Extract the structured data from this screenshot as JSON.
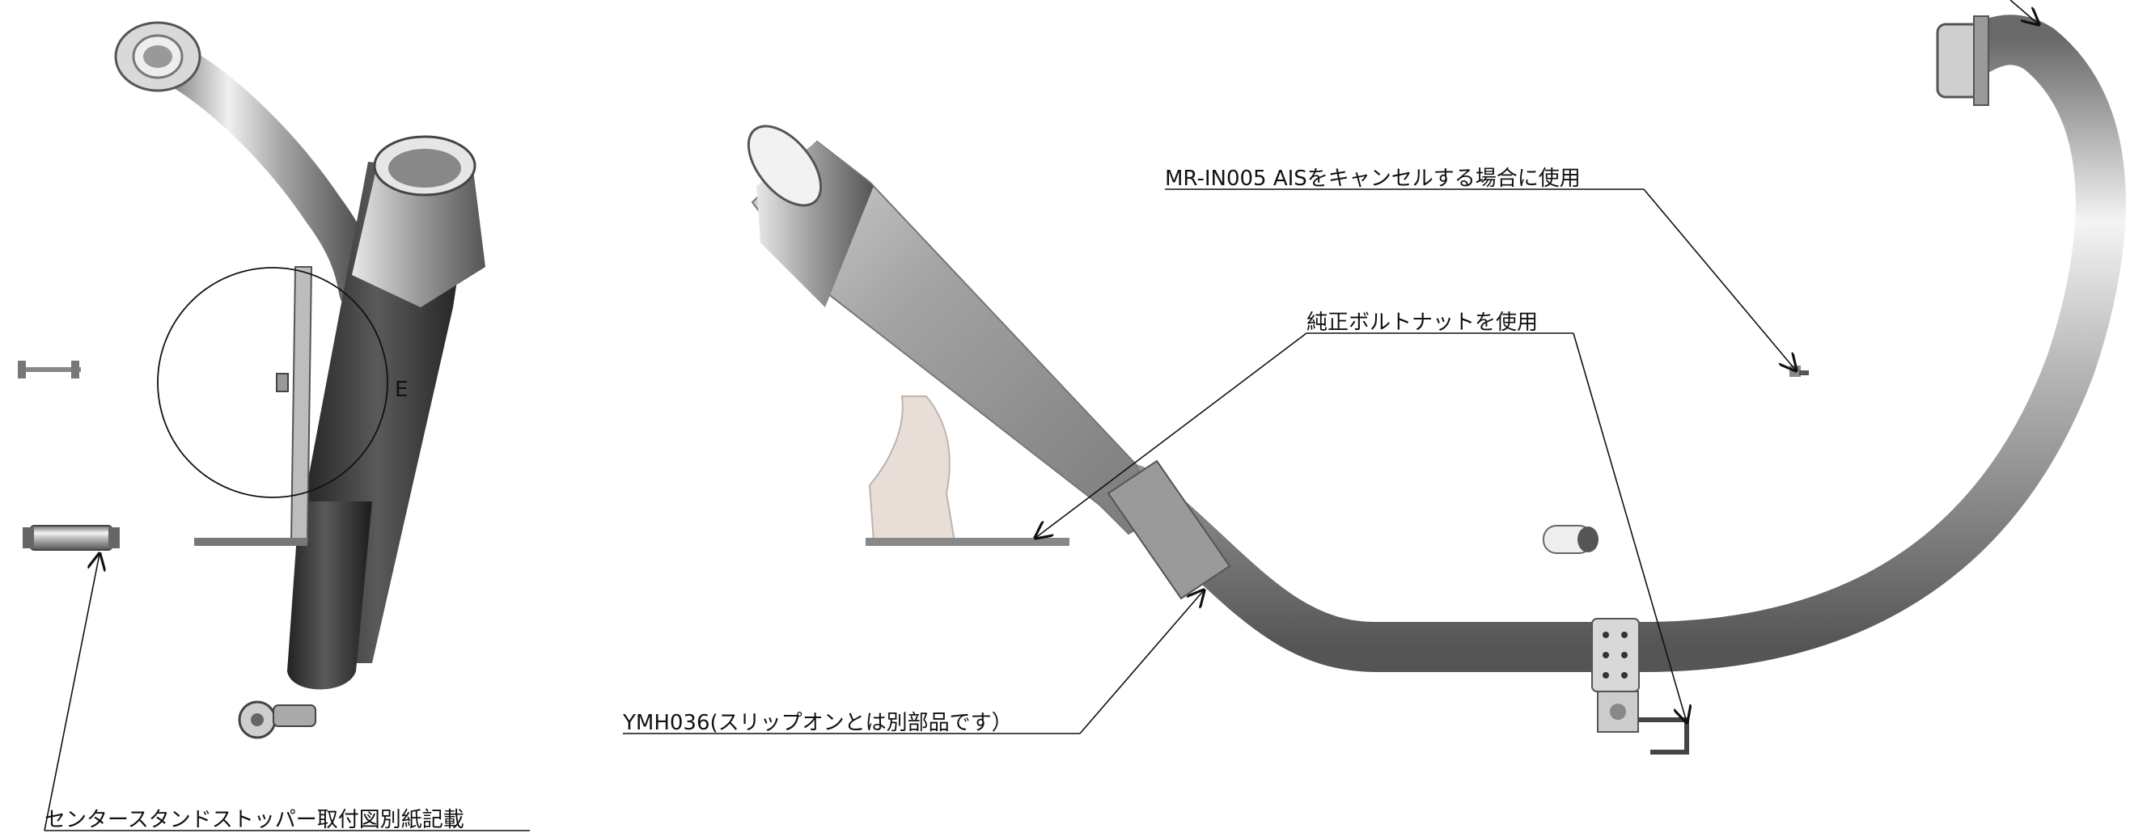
{
  "callouts": {
    "ais_cancel": "MR-IN005 AISをキャンセルする場合に使用",
    "oem_bolt_nut": "純正ボルトナットを使用",
    "slip_on_note": "YMH036(スリップオンとは別部品です）",
    "center_stand": "センタースタンドストッパー取付図別紙記載",
    "detail_letter": "E"
  },
  "colors": {
    "background": "#ffffff",
    "chrome_light": "#f2f2f2",
    "chrome_mid": "#a9a9a9",
    "chrome_dark": "#5c5c5c",
    "bracket_beige": "#e6ddd6",
    "ink": "#111111"
  }
}
